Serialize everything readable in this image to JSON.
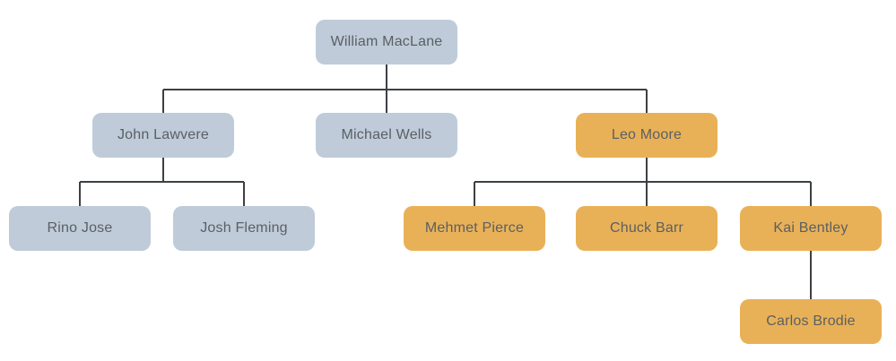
{
  "colors": {
    "background": "#ffffff",
    "node-blue": "#bfcbd9",
    "node-orange": "#e9b157",
    "line": "#3c4043",
    "text": "#5a5f64"
  },
  "org_chart": {
    "type": "org-tree",
    "nodes": {
      "william_maclane": {
        "label": "William MacLane",
        "variant": "blue"
      },
      "john_lawvere": {
        "label": "John Lawvere",
        "variant": "blue"
      },
      "michael_wells": {
        "label": "Michael Wells",
        "variant": "blue"
      },
      "leo_moore": {
        "label": "Leo Moore",
        "variant": "orange"
      },
      "rino_jose": {
        "label": "Rino Jose",
        "variant": "blue"
      },
      "josh_fleming": {
        "label": "Josh Fleming",
        "variant": "blue"
      },
      "mehmet_pierce": {
        "label": "Mehmet Pierce",
        "variant": "orange"
      },
      "chuck_barr": {
        "label": "Chuck Barr",
        "variant": "orange"
      },
      "kai_bentley": {
        "label": "Kai Bentley",
        "variant": "orange"
      },
      "carlos_brodie": {
        "label": "Carlos Brodie",
        "variant": "orange"
      }
    },
    "hierarchy": {
      "William MacLane": [
        "John Lawvere",
        "Michael Wells",
        "Leo Moore"
      ],
      "John Lawvere": [
        "Rino Jose",
        "Josh Fleming"
      ],
      "Leo Moore": [
        "Mehmet Pierce",
        "Chuck Barr",
        "Kai Bentley"
      ],
      "Kai Bentley": [
        "Carlos Brodie"
      ]
    }
  }
}
